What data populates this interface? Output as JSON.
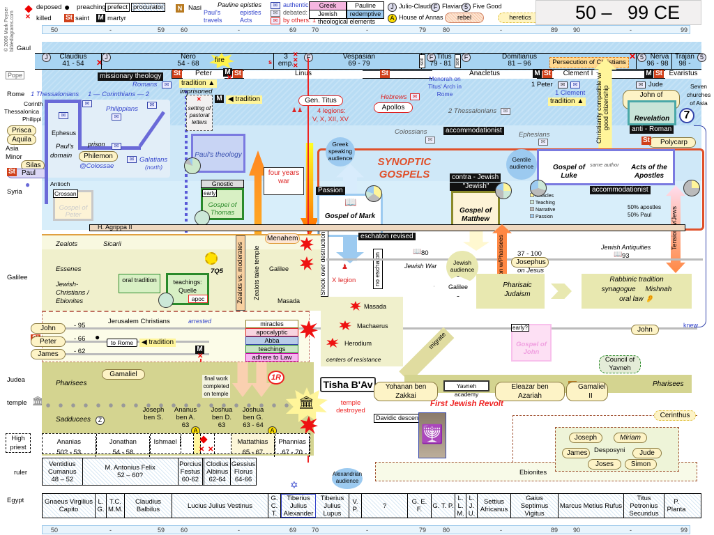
{
  "copyright": "© 2006 Mark Poyser biblediagrams.com",
  "title": "50 –   99 CE",
  "legend": {
    "deposed": "deposed",
    "killed": "killed",
    "preaching": "preaching",
    "saint": "saint",
    "martyr": "martyr",
    "prefect": "prefect",
    "procurator": "procurator",
    "nasi": "Nasi",
    "pauline_epistles": "Pauline epistles",
    "pauls_travels_1": "Paul's",
    "pauls_travels_2": "travels",
    "epistles": "epistles",
    "acts": "Acts",
    "authentic": "authentic: 7",
    "debated": "debated:  6",
    "by_others": "by others: 1",
    "greek": "Greek",
    "pauline": "Pauline",
    "jewish": "Jewish",
    "redemptive": "redemptive",
    "theological_elements": "theological elements",
    "julio_claudian": "Julio-Claudian",
    "flavian": "Flavian",
    "five_good": "Five Good",
    "house_of_annas": "House of Annas",
    "rebel": "rebel",
    "heretics": "heretics",
    "icons": {
      "J": "J",
      "F": "F",
      "five": "5",
      "A": "A",
      "N": "N",
      "St": "St",
      "M": "M"
    }
  },
  "scale": [
    {
      "start": "50",
      "mid": "-",
      "end": "59"
    },
    {
      "start": "60",
      "mid": "-",
      "end": "69"
    },
    {
      "start": "70",
      "mid": "-",
      "end": "79"
    },
    {
      "start": "80",
      "mid": "-",
      "end": "89"
    },
    {
      "start": "90",
      "mid": "-",
      "end": "99"
    }
  ],
  "regions": {
    "gaul": "Gaul",
    "pope": "Pope",
    "rome": "Rome",
    "corinth": "Corinth",
    "thessalonica": "Thessalonica",
    "philippi": "Philippi",
    "asia": "Asia",
    "minor": "Minor",
    "syria": "Syria",
    "galilee": "Galilee",
    "judea": "Judea",
    "temple": "temple",
    "high": "High",
    "priest": "priest",
    "ruler": "ruler",
    "egypt": "Egypt"
  },
  "emperors": [
    {
      "name": "Claudius",
      "years": "41 - 54",
      "dyn": "J"
    },
    {
      "name": "Nero",
      "years": "54 - 68",
      "dyn": "J"
    },
    {
      "name": "3",
      "years": "emp."
    },
    {
      "name": "Vespasian",
      "years": "69 - 79",
      "dyn": "F"
    },
    {
      "name": "Titus",
      "years": "79 - 81",
      "dyn": "F"
    },
    {
      "name": "Domitianus",
      "years": "81 – 96"
    },
    {
      "name": "Nerva",
      "years": "96 - 98",
      "dyn": "5"
    },
    {
      "name": "Trajan",
      "years": "98 -",
      "dyn": "5"
    }
  ],
  "son_label": "son",
  "fire": "fire",
  "s_mark": "s",
  "popes": [
    "Peter",
    "Linus",
    "Anacletus",
    "Clement I",
    "Evaristus"
  ],
  "persecution": "Persecution of Christians",
  "christianity_compatible": "Christianity compatible w/ good citizenship",
  "tension_jews": "Tension w/Jews",
  "tension_pharisees": "Tension w/Pharisees",
  "missionary_theology": "missionary theology",
  "tradition_up": "tradition ▲",
  "imprisoned": "imprisoned",
  "tradition_left": "◀ tradition",
  "setting_pastoral": "setting of pastoral letters",
  "pauls_theology": "Paul's theology",
  "epistles": {
    "romans": "Romans",
    "thess1": "1 Thessalonians",
    "corinthians": "1 — Corinthians — 2",
    "philippians": "Philippians",
    "galatians": "Galatians",
    "galatians_north": "(north)",
    "colossians": "Colossians",
    "ephesians": "Ephesians",
    "thess2": "2 Thessalonians",
    "hebrews": "Hebrews",
    "peter1": "1 Peter",
    "clement1": "1 Clement",
    "jude": "Jude"
  },
  "people": {
    "prisca": "Prisca",
    "aquila": "Aquila",
    "silas": "Silas",
    "paul": "Paul",
    "philemon": "Philemon",
    "colossae": "@Colossae",
    "apollos": "Apollos",
    "john_patmos": "John of Patmos",
    "polycarp": "Polycarp",
    "gen_titus": "Gen. Titus",
    "menahem": "Menahem",
    "josephus": "Josephus",
    "josephus_years": "37 - 100",
    "on_jesus": "on Jesus",
    "john": "John",
    "peter": "Peter",
    "james": "James",
    "john_d": "- 95",
    "peter_d": "- 66",
    "james_d": "- 62",
    "gamaliel": "Gamaliel",
    "gamaliel2": "Gamaliel II",
    "yohanan": "Yohanan ben Zakkai",
    "eleazar": "Eleazar ben Azariah",
    "cerinthus": "Cerinthus"
  },
  "places": {
    "ephesus": "Ephesus",
    "pauls_domain_1": "Paul's",
    "pauls_domain_2": "domain",
    "prison": "prison",
    "antioch": "Antioch",
    "masada": "Masada",
    "galilee_small": "Galilee",
    "machaerus": "Machaerus",
    "herodium": "Herodium",
    "centers": "centers of resistance"
  },
  "menorah_arch": "Menorah on Titus' Arch in Rome",
  "four_legions": "4 legions:",
  "legion_list": "V, X, XII, XV",
  "x_legion": "X legion",
  "accommodationist": "accommodationist",
  "revelation": "Revelation",
  "anti_roman": "anti - Roman",
  "seven": "7",
  "seven_churches": "Seven churches of Asia",
  "synoptic": "SYNOPTIC GOSPELS",
  "greek_audience": "Greek speaking audience",
  "gentile_audience": "Gentile audience",
  "jewish_audience": "Jewish audience",
  "alexandrian_audience": "Alexandrian audience",
  "same_author": "same author",
  "gospels": {
    "peter": "Gospel of Peter",
    "crossan": "Crossan",
    "thomas": "Gospel of Thomas",
    "gnostic": "Gnostic",
    "early": "early",
    "mark": "Gospel of Mark",
    "matthew": "Gospel of Matthew",
    "luke": "Gospel of Luke",
    "acts": "Acts of the Apostles",
    "john": "Gospel of John",
    "early_q": "early?"
  },
  "contra_jewish": "contra - Jewish",
  "jewish_quote": "\"Jewish\"",
  "passion": "Passion",
  "eschaton_revised": "eschaton revised",
  "no_eschaton": "no eschaton",
  "shock": "Shock over destruction",
  "pie_legend": [
    "Miracles",
    "Teaching",
    "Narrative",
    "Passion"
  ],
  "acts_split": [
    "50% apostles",
    "50% Paul"
  ],
  "four_years_war": "four years war",
  "agrippa": "H. Agrippa II",
  "groups": {
    "zealots": "Zealots",
    "sicarii": "Sicarii",
    "essenes": "Essenes",
    "jewish_christians": "Jewish-Christians / Ebionites",
    "jerusalem_christians": "Jerusalem Christians",
    "arrested": "arrested",
    "pharisees": "Pharisees",
    "sadducees": "Sadducees",
    "ebionites": "Ebionites",
    "pharisaic_judaism": "Pharisaic Judaism"
  },
  "q5": "7Q5",
  "oral_tradition": "oral tradition",
  "quelle": "teachings: Quelle",
  "apoc": "apoc",
  "zealots_moderates": "Zealots vs. moderates",
  "zealots_temple": "Zealots take temple",
  "jewish_war": "Jewish War",
  "jewish_war_year": "80",
  "jewish_antiquities": "Jewish Antiquities",
  "antiquities_year": "93",
  "rabbinic": {
    "title": "Rabbinic tradition",
    "synagogue": "synagogue",
    "mishnah": "Mishnah",
    "oral_law": "oral law"
  },
  "to_rome": "to Rome",
  "themes": [
    "miracles",
    "apocalyptic",
    "Abba",
    "teachings",
    "adhere to Law"
  ],
  "final_work": "final work completed on temple",
  "one_r": "1R",
  "tisha": "Tisha B'Av",
  "temple_destroyed": "temple destroyed",
  "first_revolt": "First Jewish Revolt",
  "yavneh_academy": "Yavneh academy",
  "council_yavneh": "Council of Yavneh",
  "migrate": "migrate",
  "davidic": "Davidic descent",
  "knew": "knew",
  "desposyni": {
    "label": "Desposyni",
    "names": [
      "Joseph",
      "Miriam",
      "James",
      "Jude",
      "Joses",
      "Simon"
    ]
  },
  "high_priest_names": [
    {
      "n": "Joseph",
      "m": "ben S."
    },
    {
      "n": "Ananus",
      "m": "ben A.",
      "y": "63"
    },
    {
      "n": "Joshua",
      "m": "ben D.",
      "y": "63"
    },
    {
      "n": "Joshua",
      "m": "ben G.",
      "y": "63 - 64"
    }
  ],
  "high_priests": [
    {
      "n": "Ananias",
      "y": "50? - 53"
    },
    {
      "n": "Jonathan",
      "y": "54 - 58"
    },
    {
      "n": "Ishmael",
      "y": ""
    },
    {
      "n": "",
      "y": ""
    },
    {
      "n": "",
      "y": ""
    },
    {
      "n": "",
      "y": ""
    },
    {
      "n": "Mattathias",
      "y": "65 - 67"
    },
    {
      "n": "Phannias",
      "y": "67 - 70"
    }
  ],
  "rulers": [
    {
      "n": "Ventidius Cumanus",
      "y": "48 – 52"
    },
    {
      "n": "M. Antonius Felix",
      "y": "52 – 60?"
    },
    {
      "n": "Porcius Festus",
      "y": "60-62"
    },
    {
      "n": "Clodius Albinus",
      "y": "62-64"
    },
    {
      "n": "Gessius Florus",
      "y": "64-66"
    }
  ],
  "egypt": [
    "Gnaeus Virgilius Capito",
    "L. G.",
    "T.C. M.M.",
    "Claudius Balbilus",
    "Lucius Julius Vestinus",
    "G. C. T.",
    "Tiberius Julius Alexander",
    "Tiberius Julius Lupus",
    "V. P.",
    "?",
    "G. E. F.",
    "G. T. P.",
    "L. L. M.",
    "L. J. U.",
    "Settius Africanus",
    "Gaius Septimus Vigitus",
    "Marcus Metius Rufus",
    "Titus Petronius Secundus",
    "P. Planta"
  ]
}
